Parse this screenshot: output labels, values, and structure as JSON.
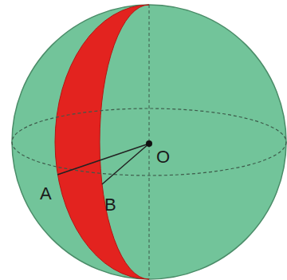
{
  "diagram": {
    "labels": [
      "O",
      "A",
      "B"
    ]
  }
}
